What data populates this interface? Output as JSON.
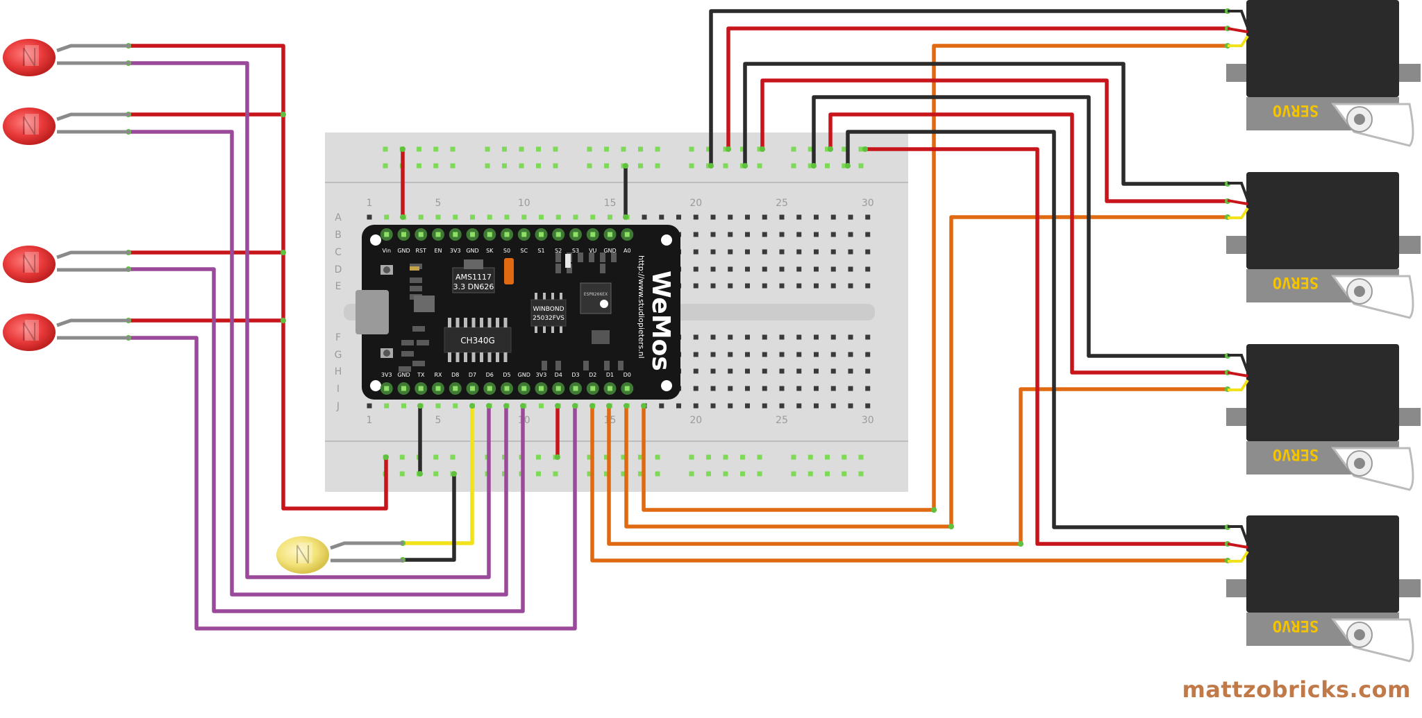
{
  "watermark": "mattzobricks.com",
  "breadboard": {
    "row_letters_top": [
      "A",
      "B",
      "C",
      "D",
      "E"
    ],
    "row_letters_bottom": [
      "F",
      "G",
      "H",
      "I",
      "J"
    ],
    "column_numbers": [
      "1",
      "5",
      "10",
      "15",
      "20",
      "25",
      "30"
    ]
  },
  "board": {
    "logo": "WeMos",
    "url": "http://www.studiopieters.nl",
    "top_pins": [
      "Vin",
      "GND",
      "RST",
      "EN",
      "3V3",
      "GND",
      "SK",
      "S0",
      "SC",
      "S1",
      "S2",
      "S3",
      "VU",
      "GND",
      "A0"
    ],
    "bottom_pins": [
      "3V3",
      "GND",
      "TX",
      "RX",
      "D8",
      "D7",
      "D6",
      "D5",
      "GND",
      "3V3",
      "D4",
      "D3",
      "D2",
      "D1",
      "D0"
    ],
    "regulator": [
      "AMS1117",
      "3.3 DN626"
    ],
    "usb_chip": "CH340G",
    "flash_chip": [
      "WINBOND",
      "25032FVS"
    ],
    "module_label": "ESP8266EX"
  },
  "servo_label": "SERVO",
  "colors": {
    "red_wire": "#c8151b",
    "purple_wire": "#9b4a9b",
    "black_wire": "#2b2b2b",
    "orange_wire": "#e06a12",
    "yellow_wire": "#f2e21a",
    "gray_lead": "#8a8a8a",
    "breadboard": "#dcdcdc",
    "board": "#161616",
    "servo_body": "#2a2a2a",
    "servo_label": "#f5c400",
    "led_red": "#e83a3a",
    "led_yellow": "#f3e37a",
    "watermark": "#c07a4a"
  }
}
